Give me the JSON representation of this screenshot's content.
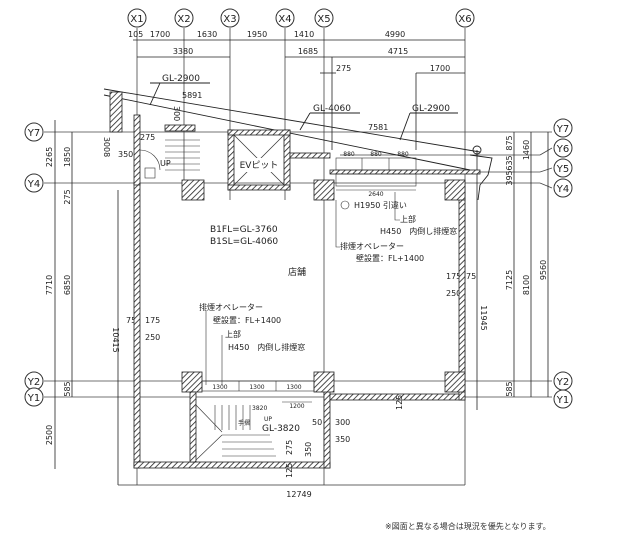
{
  "grid": {
    "columns": [
      "X1",
      "X2",
      "X3",
      "X4",
      "X5",
      "X6"
    ],
    "rows": [
      "Y7",
      "Y6",
      "Y5",
      "Y4",
      "Y2",
      "Y1"
    ]
  },
  "dimensions": {
    "top_row1": [
      "105",
      "1700",
      "1630",
      "1950",
      "1410",
      "4990"
    ],
    "top_row2": [
      "3380",
      "1685",
      "4715"
    ],
    "top_row3": [
      "275",
      "1700"
    ],
    "left_outer": [
      "2265",
      "7710",
      "2500"
    ],
    "left_inner": [
      "1850",
      "275",
      "6850",
      "585"
    ],
    "left_diag": [
      "3008",
      "10415"
    ],
    "left_wall": [
      "350",
      "275",
      "75",
      "175",
      "250"
    ],
    "right_inner": [
      "875",
      "635",
      "395",
      "7125",
      "585"
    ],
    "right_mid": [
      "1460",
      "8100"
    ],
    "right_outer": [
      "9560"
    ],
    "right_wall": [
      "175",
      "75",
      "250",
      "11945"
    ],
    "windows_top": [
      "880",
      "880",
      "880",
      "2640"
    ],
    "windows_bottom": [
      "1300",
      "1300",
      "1300",
      "1200"
    ],
    "stair_bottom": [
      "50",
      "300",
      "350",
      "275",
      "350",
      "125",
      "125",
      "3820"
    ],
    "bottom_total": "12749",
    "slope": [
      "5891",
      "7581",
      "300"
    ]
  },
  "labels": {
    "gl_2900_left": "GL-2900",
    "gl_4060": "GL-4060",
    "gl_2900_right": "GL-2900",
    "ev_pit": "EVピット",
    "b1fl": "B1FL=GL-3760",
    "b1sl": "B1SL=GL-4060",
    "store": "店舗",
    "door_top": "H1950 引違い",
    "upper_top": "上部",
    "upper_top_detail": "H450　内倒し排煙窓",
    "operator_top": "排煙オペレーター",
    "operator_top_pos": "壁設置：FL+1400",
    "operator_bottom": "排煙オペレーター",
    "operator_bottom_pos": "壁設置：FL+1400",
    "upper_bottom": "上部",
    "upper_bottom_detail": "H450　内倒し排煙窓",
    "gl_3820": "GL-3820",
    "up_top": "UP",
    "up_bottom": "UP",
    "handrail": "手摺"
  },
  "note": "※図面と異なる場合は現況を優先となります。"
}
